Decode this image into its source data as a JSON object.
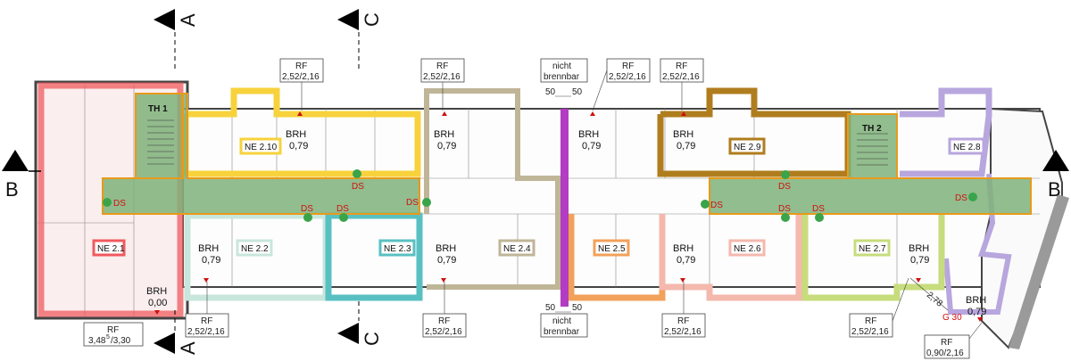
{
  "section_labels": {
    "a_top": "A",
    "c_top": "C",
    "b_left": "B",
    "b_right": "B",
    "a_bottom": "A",
    "c_bottom": "C"
  },
  "stairs": {
    "th1": "TH 1",
    "th2": "TH 2"
  },
  "units": {
    "ne21": "NE 2.1",
    "ne22": "NE 2.2",
    "ne23": "NE 2.3",
    "ne24": "NE 2.4",
    "ne25": "NE 2.5",
    "ne26": "NE 2.6",
    "ne27": "NE 2.7",
    "ne28": "NE 2.8",
    "ne29": "NE 2.9",
    "ne210": "NE 2.10"
  },
  "brh": {
    "label": "BRH",
    "value_079": "0,79",
    "value_000": "0,00"
  },
  "ds_label": "DS",
  "rf": {
    "label": "RF",
    "v1": "2,52/2,16",
    "v_left": "3,48",
    "v_left_sup": "5",
    "v_left_tail": "/3,30",
    "v_right": "0,90/2,16"
  },
  "fire": {
    "nicht": "nicht",
    "brennbar": "brennbar",
    "dim": "50",
    "g30": "G 30",
    "dim_278": "2,78"
  },
  "colors": {
    "red": "#f0595e",
    "yellow": "#f7d23c",
    "gold": "#b07d1e",
    "purple": "#b8a6de",
    "green": "#7fb27a",
    "mint": "#c9e6dc",
    "teal": "#59c0c2",
    "khaki": "#bfb597",
    "orange": "#f2a15a",
    "pink": "#f4b8ad",
    "lime": "#c7dc7c",
    "magenta": "#b23cc2",
    "corridor": "#7fb27a"
  }
}
